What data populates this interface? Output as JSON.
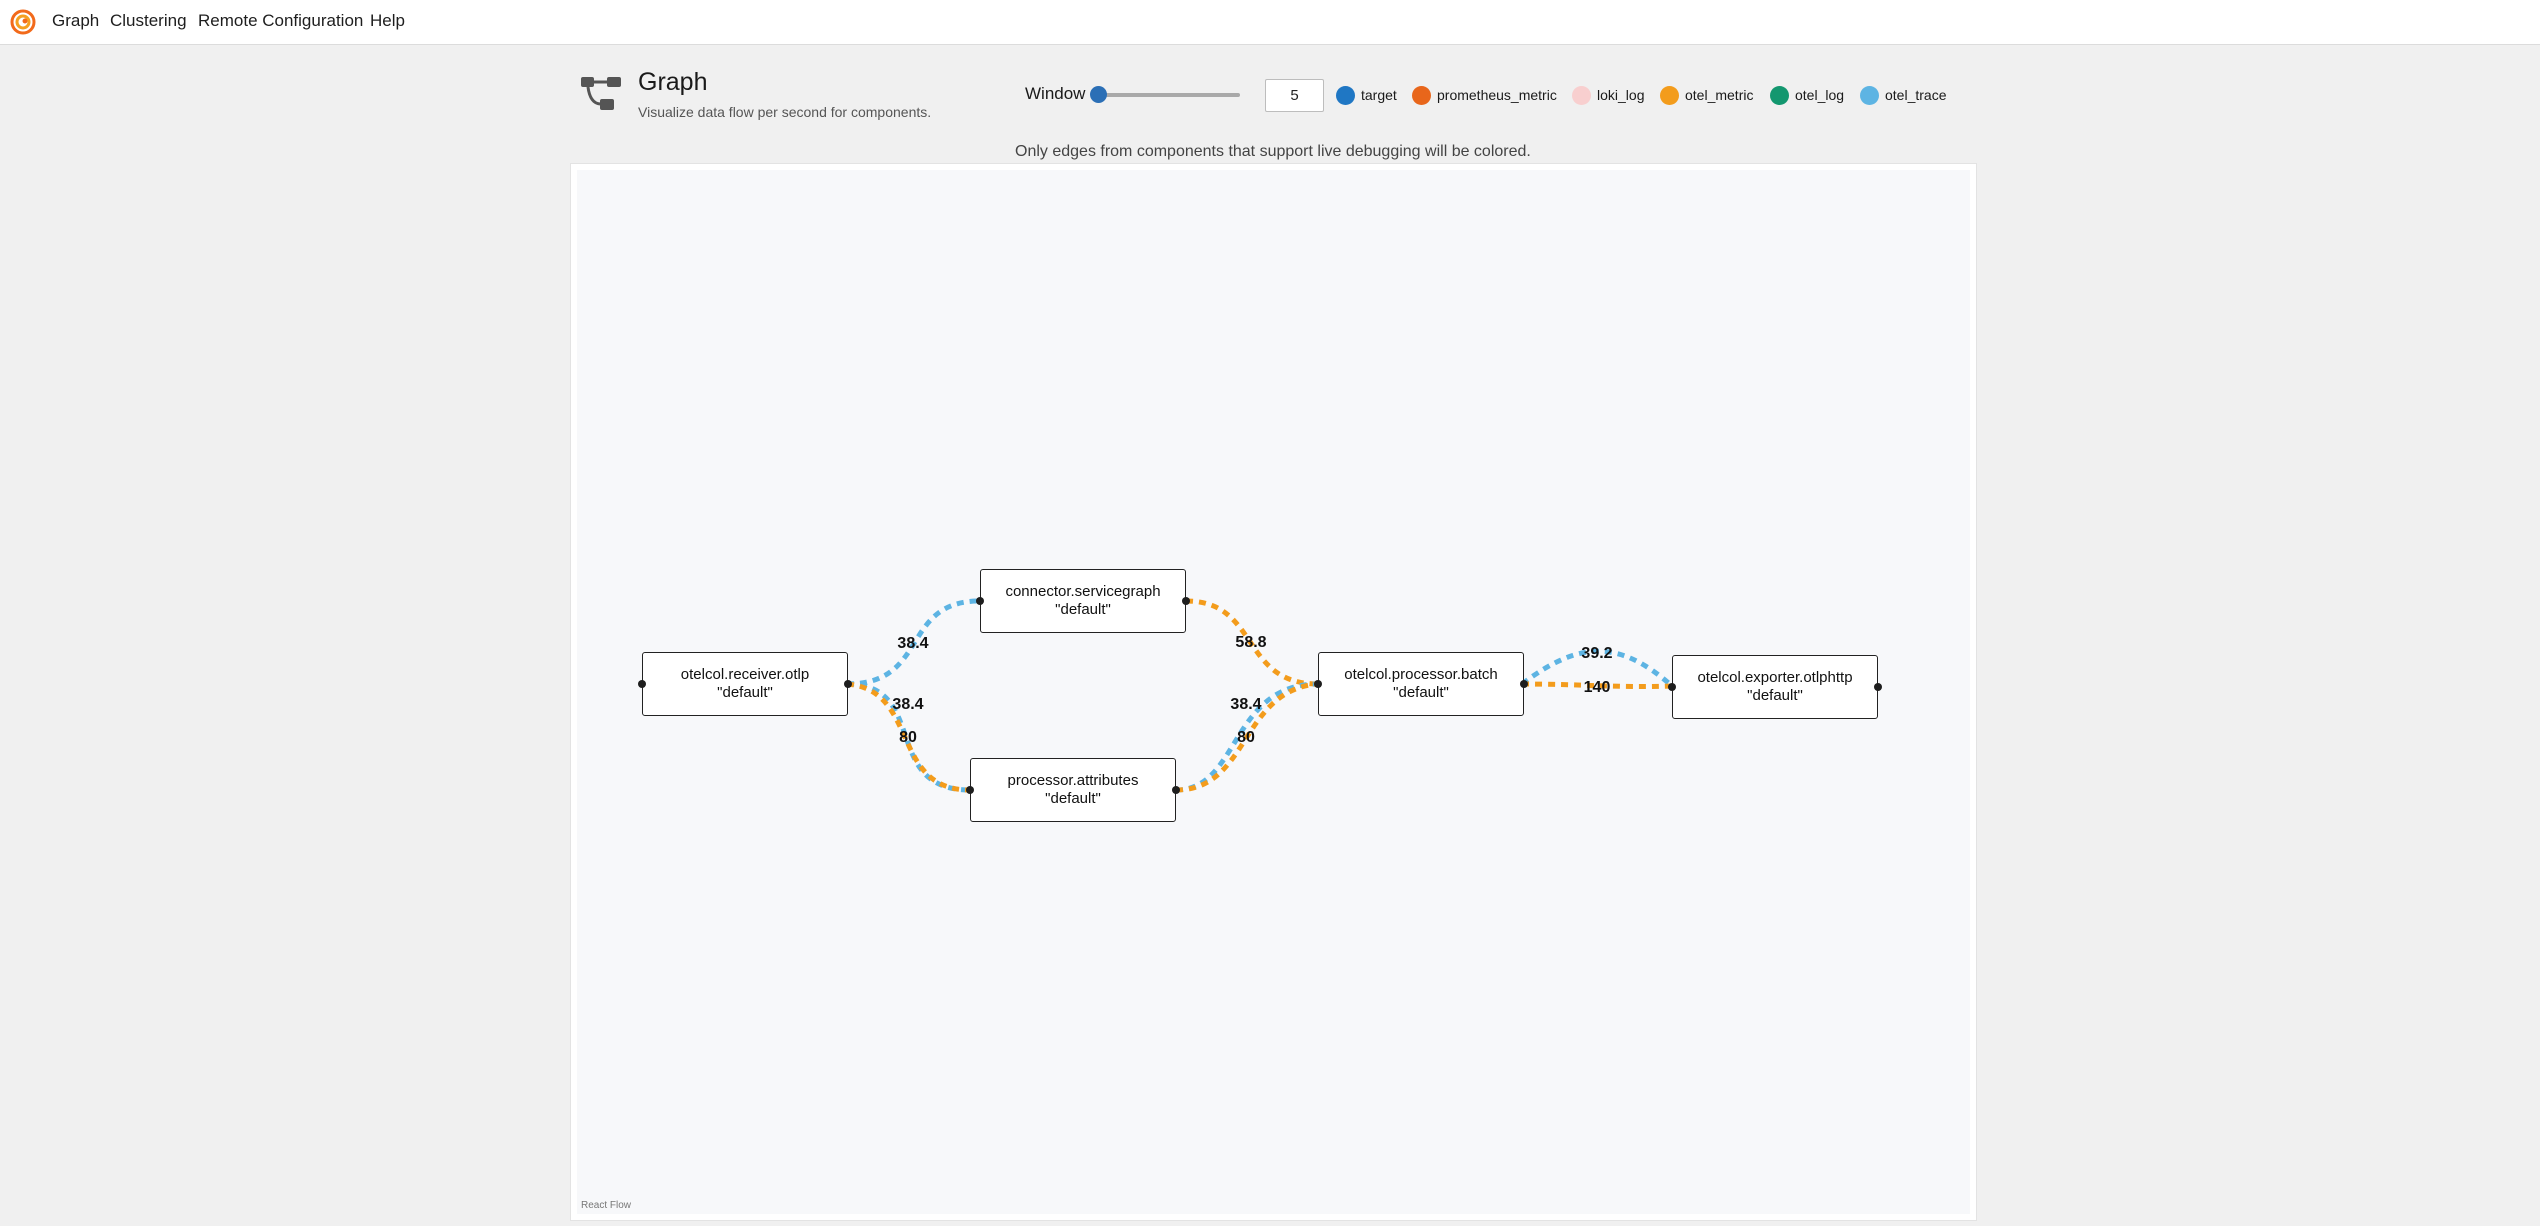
{
  "nav": {
    "items": [
      {
        "label": "Graph"
      },
      {
        "label": "Clustering"
      },
      {
        "label": "Remote Configuration"
      },
      {
        "label": "Help"
      }
    ]
  },
  "header": {
    "title": "Graph",
    "subtitle": "Visualize data flow per second for components."
  },
  "window": {
    "label": "Window",
    "value": "5",
    "slider_fraction": 0.0
  },
  "legend": [
    {
      "label": "target",
      "color": "#1f77c4"
    },
    {
      "label": "prometheus_metric",
      "color": "#e8661b"
    },
    {
      "label": "loki_log",
      "color": "#f8cfcf"
    },
    {
      "label": "otel_metric",
      "color": "#f39c1c"
    },
    {
      "label": "otel_log",
      "color": "#13976f"
    },
    {
      "label": "otel_trace",
      "color": "#5db4e3"
    }
  ],
  "notice": "Only edges from components that support live debugging will be colored.",
  "graph": {
    "attribution": "React Flow",
    "nodes": [
      {
        "name": "otelcol.receiver.otlp",
        "label": "\"default\""
      },
      {
        "name": "connector.servicegraph",
        "label": "\"default\""
      },
      {
        "name": "processor.attributes",
        "label": "\"default\""
      },
      {
        "name": "otelcol.processor.batch",
        "label": "\"default\""
      },
      {
        "name": "otelcol.exporter.otlphttp",
        "label": "\"default\""
      }
    ],
    "edges": [
      {
        "from": "otelcol.receiver.otlp",
        "to": "connector.servicegraph",
        "type": "otel_trace",
        "rate": "38.4"
      },
      {
        "from": "otelcol.receiver.otlp",
        "to": "processor.attributes",
        "type": "otel_trace",
        "rate": "38.4"
      },
      {
        "from": "otelcol.receiver.otlp",
        "to": "processor.attributes",
        "type": "otel_metric",
        "rate": "80"
      },
      {
        "from": "connector.servicegraph",
        "to": "otelcol.processor.batch",
        "type": "otel_metric",
        "rate": "58.8"
      },
      {
        "from": "processor.attributes",
        "to": "otelcol.processor.batch",
        "type": "otel_trace",
        "rate": "38.4"
      },
      {
        "from": "processor.attributes",
        "to": "otelcol.processor.batch",
        "type": "otel_metric",
        "rate": "80"
      },
      {
        "from": "otelcol.processor.batch",
        "to": "otelcol.exporter.otlphttp",
        "type": "otel_trace",
        "rate": "39.2"
      },
      {
        "from": "otelcol.processor.batch",
        "to": "otelcol.exporter.otlphttp",
        "type": "otel_metric",
        "rate": "140"
      }
    ]
  }
}
